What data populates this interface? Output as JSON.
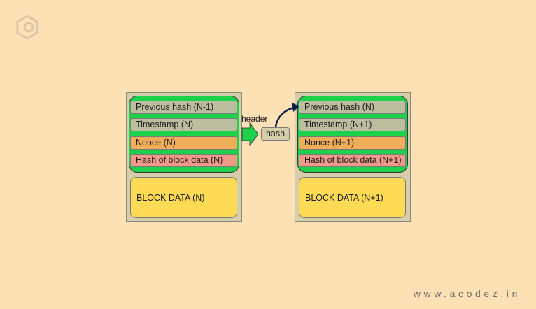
{
  "logo": {
    "icon": "brand-swirl-icon"
  },
  "watermark": "www.acodez.in",
  "blocks": [
    {
      "fields": {
        "prev_hash": "Previous hash (N-1)",
        "timestamp": "Timestamp (N)",
        "nonce": "Nonce (N)",
        "block_hash": "Hash of block data (N)"
      },
      "data": "BLOCK DATA (N)"
    },
    {
      "fields": {
        "prev_hash": "Previous hash (N)",
        "timestamp": "Timestamp (N+1)",
        "nonce": "Nonce (N+1)",
        "block_hash": "Hash of block data (N+1)"
      },
      "data": "BLOCK DATA (N+1)"
    }
  ],
  "connector": {
    "header_label": "header",
    "hash_label": "hash"
  },
  "colors": {
    "background": "#fde0b3",
    "header_group": "#1ed14a",
    "field_grey": "#bdbda0",
    "field_orange": "#f0ad5a",
    "field_red": "#f19a8a",
    "block_data": "#ffdb55",
    "block": "#d6cdaa",
    "arrow": "#0b1f4e"
  }
}
